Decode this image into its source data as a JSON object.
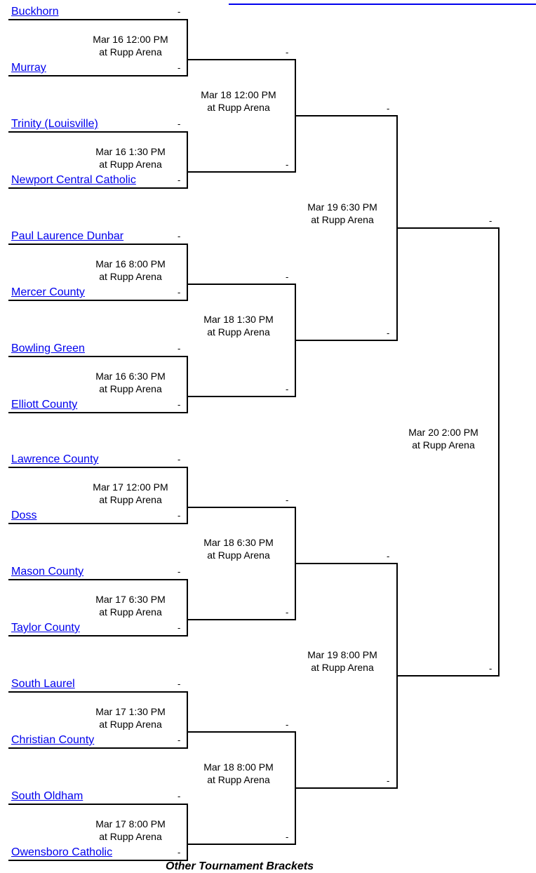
{
  "footer": {
    "title": "Other Tournament Brackets"
  },
  "round1": [
    {
      "top": {
        "name": "Buckhorn",
        "score": "-"
      },
      "bottom": {
        "name": "Murray",
        "score": "-"
      },
      "date": "Mar 16 12:00 PM",
      "venue": "at Rupp Arena"
    },
    {
      "top": {
        "name": "Trinity (Louisville)",
        "score": "-"
      },
      "bottom": {
        "name": "Newport Central Catholic",
        "score": "-"
      },
      "date": "Mar 16 1:30 PM",
      "venue": "at Rupp Arena"
    },
    {
      "top": {
        "name": "Paul Laurence Dunbar",
        "score": "-"
      },
      "bottom": {
        "name": "Mercer County",
        "score": "-"
      },
      "date": "Mar 16 8:00 PM",
      "venue": "at Rupp Arena"
    },
    {
      "top": {
        "name": "Bowling Green",
        "score": "-"
      },
      "bottom": {
        "name": "Elliott County",
        "score": "-"
      },
      "date": "Mar 16 6:30 PM",
      "venue": "at Rupp Arena"
    },
    {
      "top": {
        "name": "Lawrence County",
        "score": "-"
      },
      "bottom": {
        "name": "Doss",
        "score": "-"
      },
      "date": "Mar 17 12:00 PM",
      "venue": "at Rupp Arena"
    },
    {
      "top": {
        "name": "Mason County",
        "score": "-"
      },
      "bottom": {
        "name": "Taylor County",
        "score": "-"
      },
      "date": "Mar 17 6:30 PM",
      "venue": "at Rupp Arena"
    },
    {
      "top": {
        "name": "South Laurel",
        "score": "-"
      },
      "bottom": {
        "name": "Christian County",
        "score": "-"
      },
      "date": "Mar 17 1:30 PM",
      "venue": "at Rupp Arena"
    },
    {
      "top": {
        "name": "South Oldham",
        "score": "-"
      },
      "bottom": {
        "name": "Owensboro Catholic",
        "score": "-"
      },
      "date": "Mar 17 8:00 PM",
      "venue": "at Rupp Arena"
    }
  ],
  "round2": [
    {
      "top_score": "-",
      "bottom_score": "-",
      "date": "Mar 18 12:00 PM",
      "venue": "at Rupp Arena"
    },
    {
      "top_score": "-",
      "bottom_score": "-",
      "date": "Mar 18 1:30 PM",
      "venue": "at Rupp Arena"
    },
    {
      "top_score": "-",
      "bottom_score": "-",
      "date": "Mar 18 6:30 PM",
      "venue": "at Rupp Arena"
    },
    {
      "top_score": "-",
      "bottom_score": "-",
      "date": "Mar 18 8:00 PM",
      "venue": "at Rupp Arena"
    }
  ],
  "semis": [
    {
      "top_score": "-",
      "bottom_score": "-",
      "date": "Mar 19 6:30 PM",
      "venue": "at Rupp Arena"
    },
    {
      "top_score": "-",
      "bottom_score": "-",
      "date": "Mar 19 8:00 PM",
      "venue": "at Rupp Arena"
    }
  ],
  "final": {
    "top_score": "-",
    "bottom_score": "-",
    "date": "Mar 20 2:00 PM",
    "venue": "at Rupp Arena"
  }
}
